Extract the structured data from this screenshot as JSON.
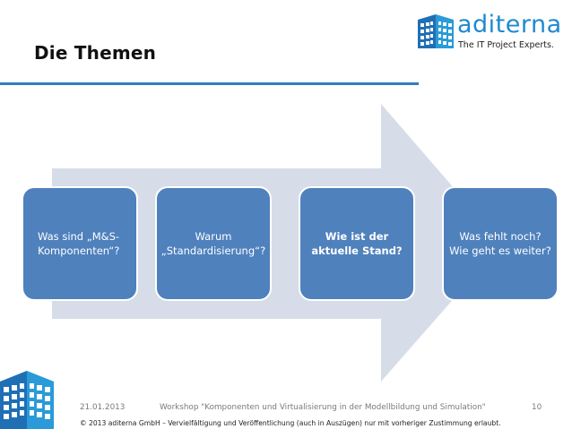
{
  "slide": {
    "title": "Die Themen",
    "logo": {
      "word": "aditerna",
      "tagline": "The IT Project Experts."
    },
    "steps": [
      {
        "line1": "Was sind „M&S-",
        "line2": "Komponenten“?"
      },
      {
        "line1": "Warum",
        "line2": "„Standardisierung“?"
      },
      {
        "line1": "Wie ist der",
        "line2": "aktuelle Stand?"
      },
      {
        "line1": "Was fehlt noch?",
        "line2": "Wie geht es weiter?"
      }
    ],
    "footer": {
      "date": "21.01.2013",
      "event": "Workshop \"Komponenten und Virtualisierung in der Modellbildung und Simulation\"",
      "page": "10",
      "copyright": "© 2013 aditerna GmbH – Vervielfältigung und Veröffentlichung (auch in Auszügen) nur mit vorheriger Zustimmung erlaubt."
    }
  },
  "colors": {
    "accent": "#2e7fc0",
    "box": "#4f81bd",
    "arrow": "#d6dde9",
    "logo": "#1f8ad0"
  }
}
